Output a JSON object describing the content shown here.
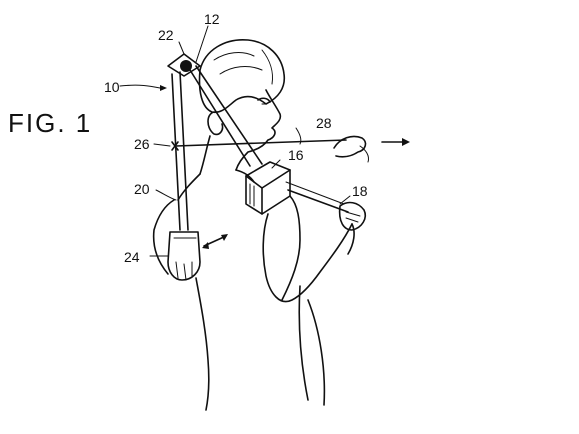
{
  "figure": {
    "title": "FIG. 1",
    "labels": {
      "l10": "10",
      "l12": "12",
      "l16": "16",
      "l18": "18",
      "l20": "20",
      "l22": "22",
      "l24": "24",
      "l26": "26",
      "l28": "28"
    }
  }
}
